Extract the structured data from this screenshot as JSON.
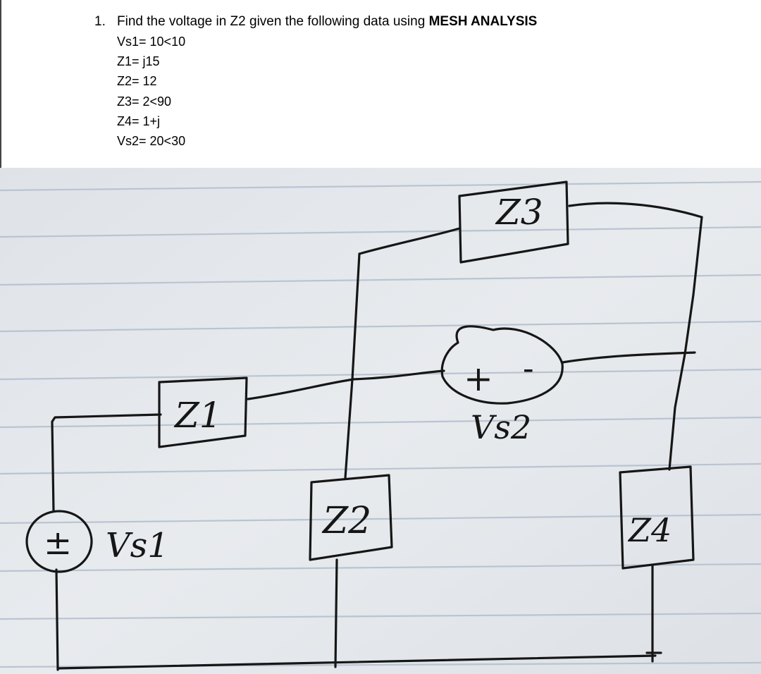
{
  "question": {
    "number": "1.",
    "text": "Find the voltage in Z2 given the following data using ",
    "method": "MESH ANALYSIS"
  },
  "given": [
    "Vs1= 10<10",
    "Z1= j15",
    "Z2= 12",
    "Z3= 2<90",
    "Z4= 1+j",
    "Vs2= 20<30"
  ],
  "diagram": {
    "labels": {
      "z1": "Z1",
      "z2": "Z2",
      "z3": "Z3",
      "z4": "Z4",
      "vs1": "Vs1",
      "vs2": "Vs2",
      "vs1_sign": "±",
      "vs2_plus": "+",
      "vs2_minus": "-"
    }
  }
}
